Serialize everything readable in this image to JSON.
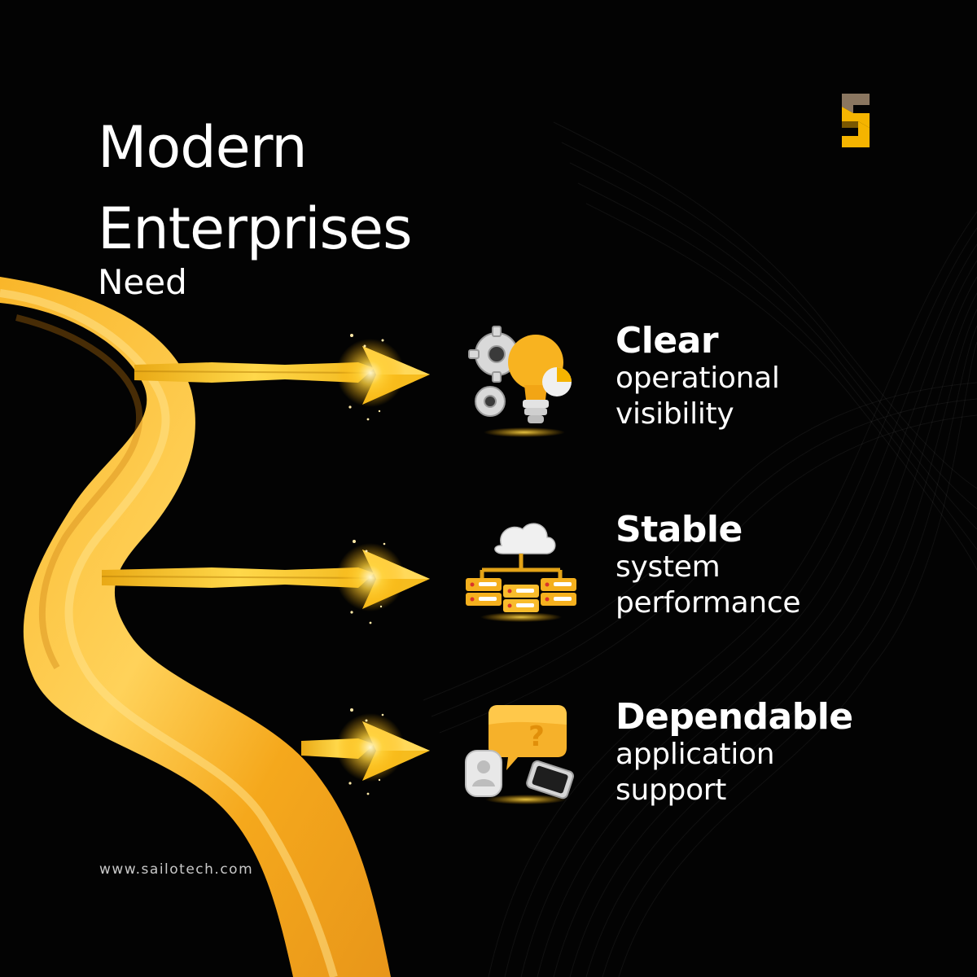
{
  "headline": {
    "line1": "Modern",
    "line2": "Enterprises",
    "line3": "Need"
  },
  "items": [
    {
      "title": "Clear",
      "line1": "operational",
      "line2": "visibility",
      "icon": "gear-lightbulb-icon"
    },
    {
      "title": "Stable",
      "line1": "system",
      "line2": "performance",
      "icon": "cloud-server-icon"
    },
    {
      "title": "Dependable",
      "line1": "application",
      "line2": "support",
      "icon": "support-chat-icon"
    }
  ],
  "footer": {
    "url": "www.sailotech.com"
  },
  "brand": {
    "logo": "sailotech-s-logo",
    "accent": "#F5B400",
    "secondary": "#8A7660"
  },
  "colors": {
    "background": "#030303",
    "text": "#FFFFFF",
    "ribbon": "#F8B020",
    "footer_text": "#C9C9C9"
  }
}
